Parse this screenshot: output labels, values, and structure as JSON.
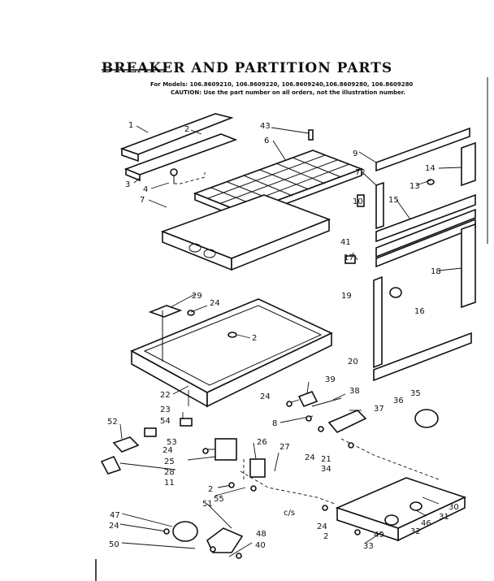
{
  "header": {
    "title": "BREAKER AND PARTITION PARTS",
    "models": "For Models: 106.8609210, 106.8609220, 106.8609240,106.8609280, 106.8609280",
    "caution": "CAUTION: Use the part number on all orders, not the illustration number."
  },
  "callouts": [
    "1",
    "2",
    "3",
    "4",
    "43",
    "6",
    "7",
    "9",
    "72",
    "10",
    "41",
    "14",
    "13",
    "15",
    "17",
    "18",
    "19",
    "16",
    "20",
    "29",
    "24",
    "2",
    "22",
    "23",
    "54",
    "52",
    "53",
    "24",
    "25",
    "28",
    "11",
    "39",
    "38",
    "24",
    "37",
    "8",
    "36",
    "35",
    "24",
    "21",
    "34",
    "26",
    "27",
    "2",
    "55",
    "51",
    "48",
    "49",
    "30",
    "31",
    "46",
    "32",
    "47",
    "24",
    "50",
    "40",
    "33",
    "24",
    "2",
    "c/s"
  ]
}
